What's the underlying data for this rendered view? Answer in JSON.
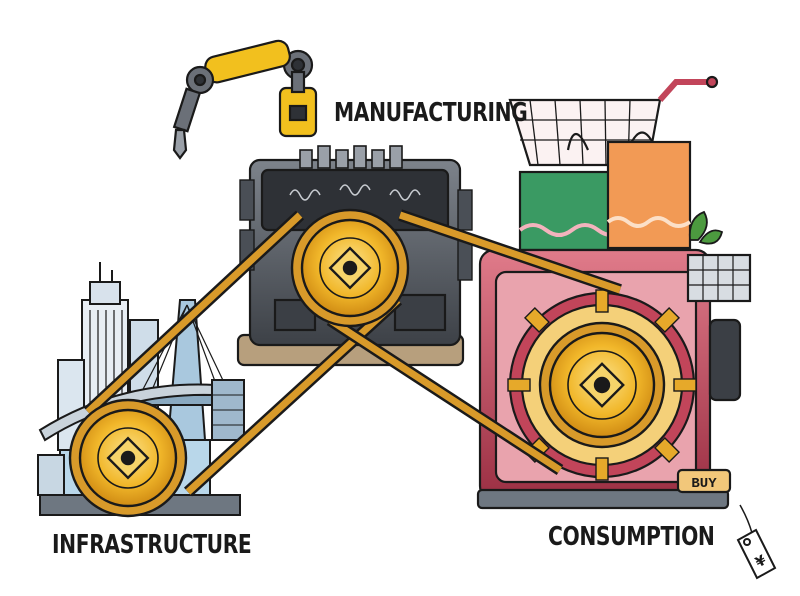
{
  "labels": {
    "manufacturing": "MANUFACTURING",
    "consumption": "CONSUMPTION",
    "infrastructure": "INFRASTRUCTURE"
  },
  "signs": {
    "buy": "BUY",
    "price_tag": "¥"
  },
  "colors": {
    "outline": "#1a1a1a",
    "gear_gold": "#e8a817",
    "gear_light": "#f7cf5a",
    "belt": "#d89a2a",
    "machine_gray": "#5a5f66",
    "machine_dark": "#2e3136",
    "consumption_red": "#c2455a",
    "consumption_pink": "#e9a3ad",
    "bag_green": "#3a9a63",
    "bag_orange": "#f29a55",
    "infra_blue": "#9ec3dd",
    "robot_yellow": "#f2c01e"
  }
}
